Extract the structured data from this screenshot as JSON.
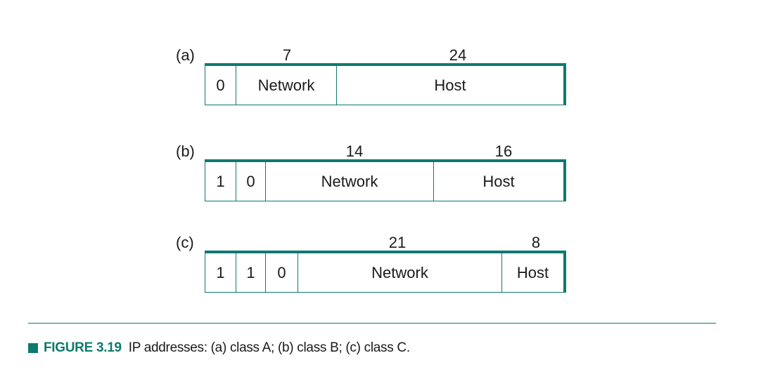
{
  "colors": {
    "accent": "#0e7a6e",
    "text": "#1a1a1a",
    "background": "#ffffff"
  },
  "rows": [
    {
      "label": "(a)",
      "bit_counts": [
        "7",
        "24"
      ],
      "fields": [
        "0",
        "Network",
        "Host"
      ]
    },
    {
      "label": "(b)",
      "bit_counts": [
        "14",
        "16"
      ],
      "fields": [
        "1",
        "0",
        "Network",
        "Host"
      ]
    },
    {
      "label": "(c)",
      "bit_counts": [
        "21",
        "8"
      ],
      "fields": [
        "1",
        "1",
        "0",
        "Network",
        "Host"
      ]
    }
  ],
  "caption": {
    "figure": "FIGURE 3.19",
    "text": "IP addresses: (a) class A; (b) class B; (c) class C."
  }
}
